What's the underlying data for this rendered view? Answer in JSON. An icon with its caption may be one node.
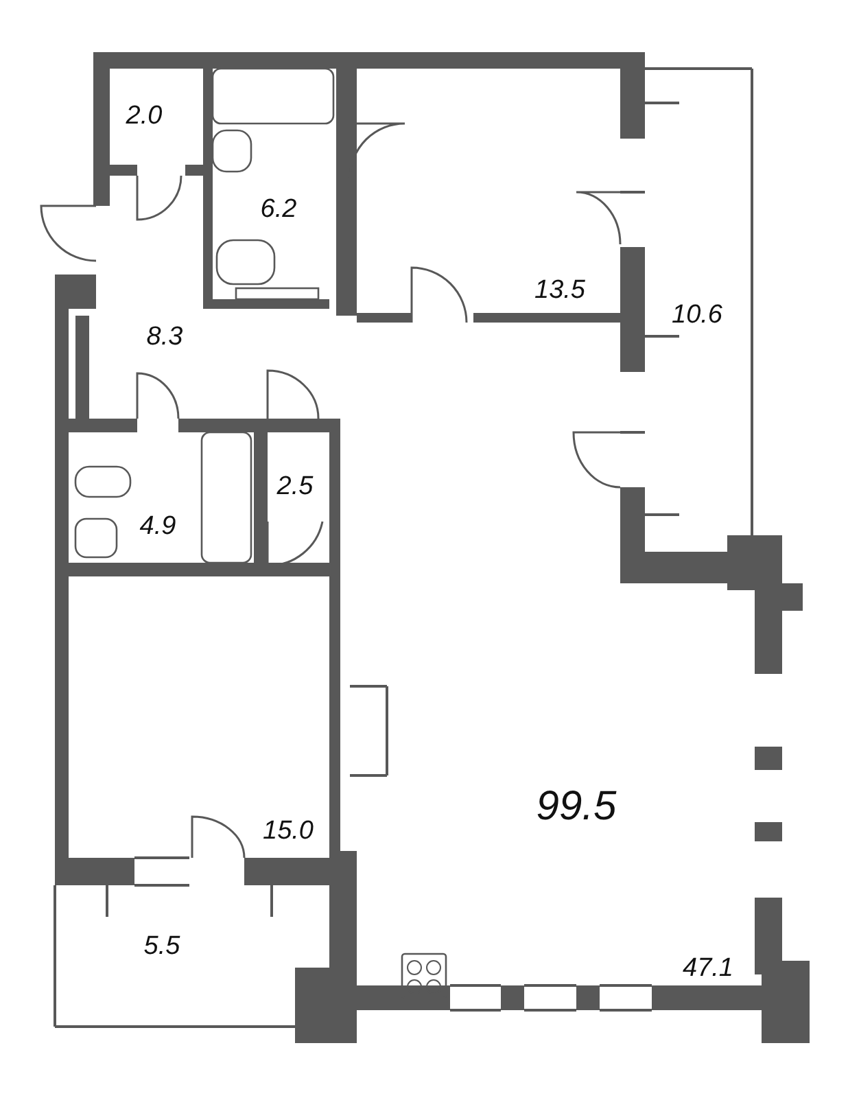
{
  "diagram": {
    "labels": [
      "2.0",
      "6.2",
      "13.5",
      "10.6",
      "8.3",
      "2.5",
      "4.9",
      "15.0",
      "5.5",
      "99.5",
      "47.1"
    ]
  }
}
